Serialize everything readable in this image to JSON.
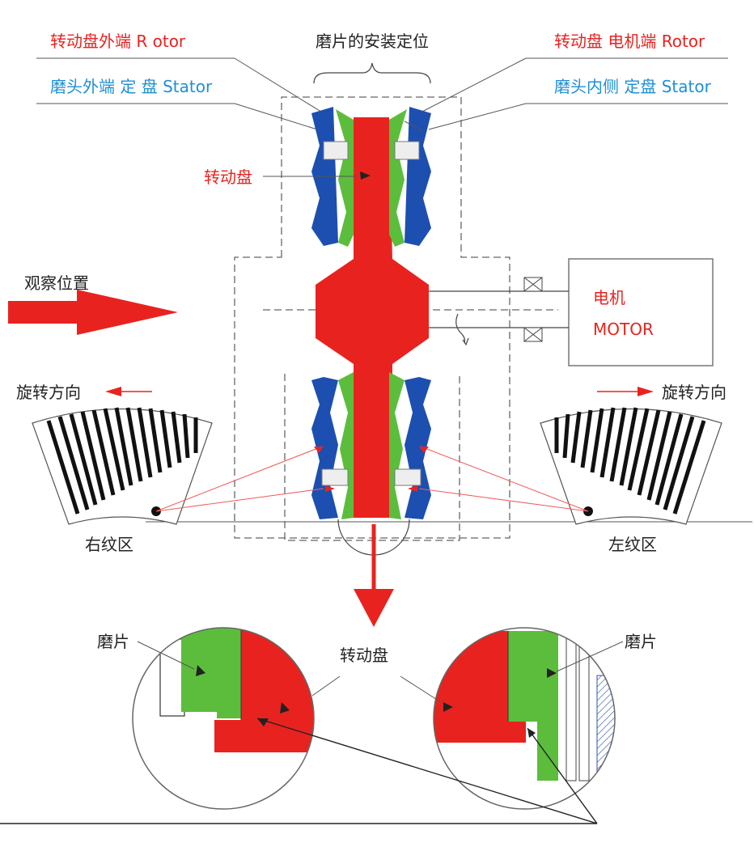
{
  "labels": {
    "rotor_outer": "转动盘外端 R otor",
    "stator_outer": "磨头外端 定 盘 Stator",
    "pad_position": "磨片的安装定位",
    "rotor_motor_end": "转动盘 电机端 Rotor",
    "stator_inner": "磨头内侧 定盘 Stator",
    "rotor_disc": "转动盘",
    "observe_position": "观察位置",
    "motor_cn": "电机",
    "motor_en": "MOTOR",
    "rotation_left": "旋转方向",
    "rotation_right": "旋转方向",
    "right_texture": "右纹区",
    "left_texture": "左纹区",
    "pad_left": "磨片",
    "pad_right": "磨片",
    "rotor_detail": "转动盘"
  },
  "colors": {
    "rotor": "#e8231f",
    "pad": "#5cbd3c",
    "stator": "#1c4fb0",
    "label_red": "#e8231f",
    "label_blue": "#1f8fd6",
    "label_black": "#222222"
  }
}
